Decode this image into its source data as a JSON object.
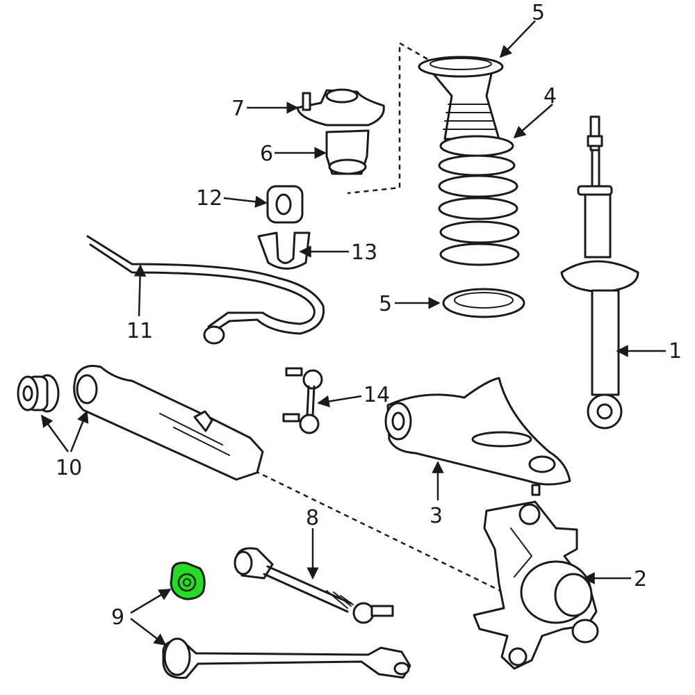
{
  "callouts": {
    "c1": "1",
    "c2": "2",
    "c3": "3",
    "c4": "4",
    "c5_top": "5",
    "c5_bottom": "5",
    "c6": "6",
    "c7": "7",
    "c8": "8",
    "c9": "9",
    "c10": "10",
    "c11": "11",
    "c12": "12",
    "c13": "13",
    "c14": "14"
  },
  "colors": {
    "ink": "#1a1a1a",
    "highlight": "#22dd22"
  },
  "highlighted_part": "9"
}
